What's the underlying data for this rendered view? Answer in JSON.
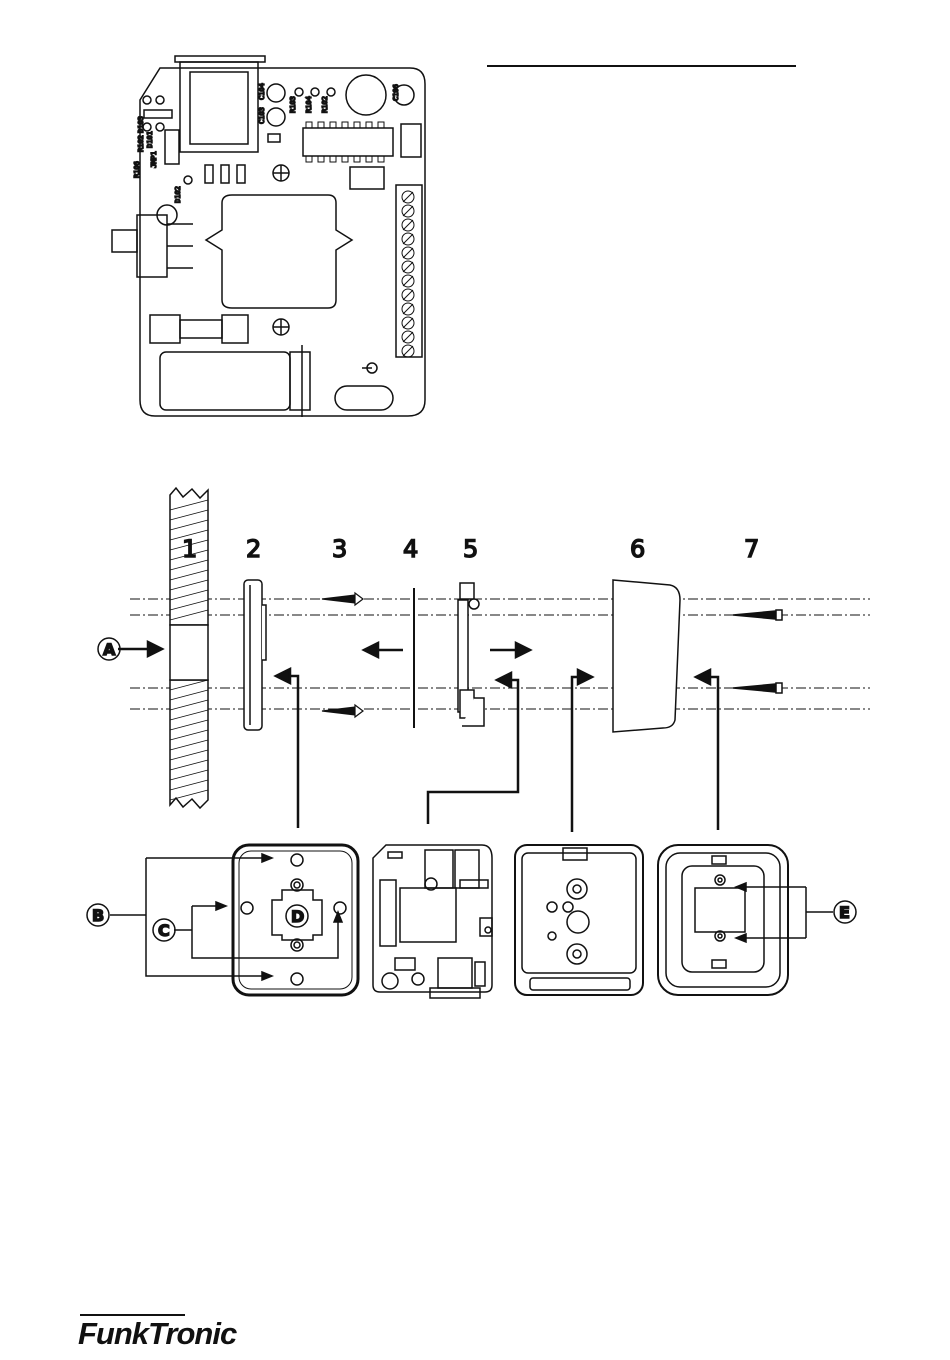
{
  "pcb": {
    "component_labels": [
      "C104",
      "C103",
      "R103",
      "R104",
      "R102",
      "C106",
      "D101",
      "R102",
      "D102",
      "R106",
      "JMP1",
      "D103"
    ]
  },
  "assembly": {
    "part_numbers": [
      "1",
      "2",
      "3",
      "4",
      "5",
      "6",
      "7"
    ]
  },
  "callouts": [
    "A",
    "B",
    "C",
    "D",
    "E"
  ],
  "footer": {
    "brand": "FunkTronic"
  }
}
